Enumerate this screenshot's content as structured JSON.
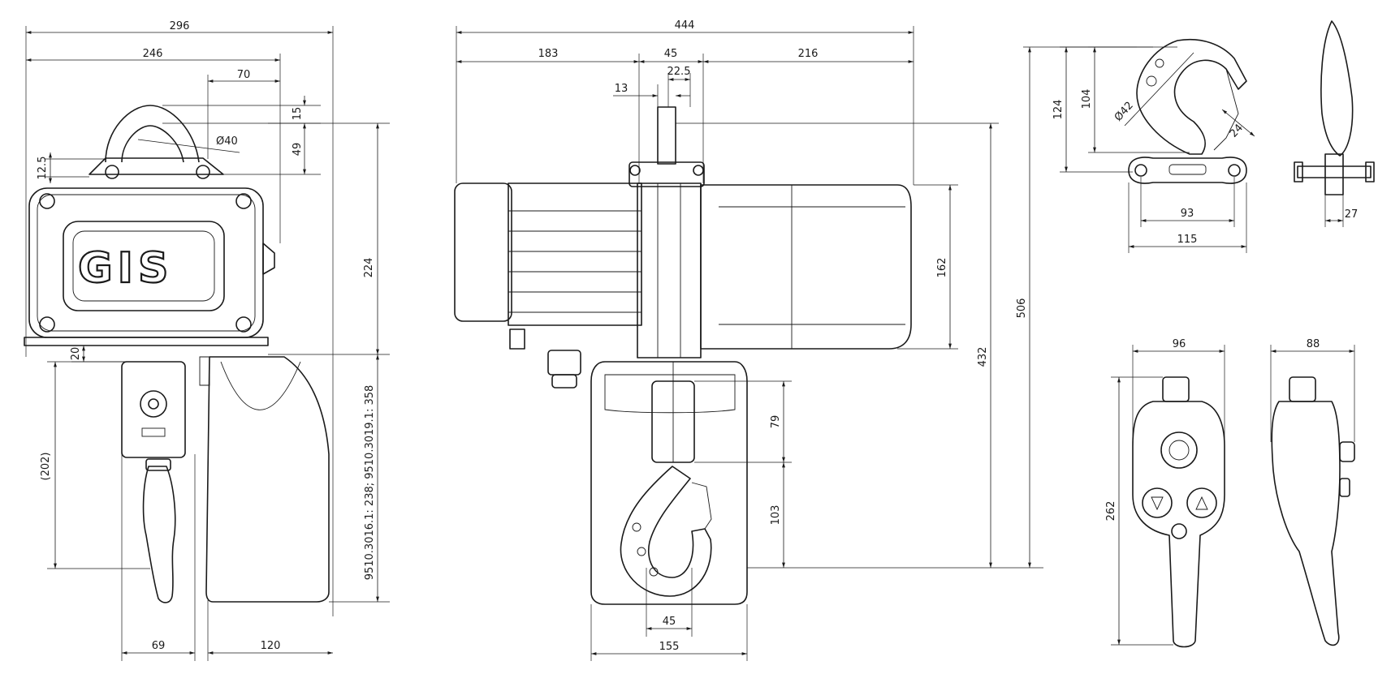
{
  "logo": {
    "text": "GIS"
  },
  "front_view": {
    "dims": {
      "w296": "296",
      "w246": "246",
      "w70": "70",
      "h15": "15",
      "h49": "49",
      "d40": "Ø40",
      "h12_5": "12.5",
      "h224": "224",
      "h20": "20",
      "h202": "(202)",
      "h_hook": "9510.3016.1: 238; 9510.3019.1: 358",
      "w69": "69",
      "w120": "120"
    }
  },
  "side_view": {
    "dims": {
      "w444": "444",
      "w183": "183",
      "w45top": "45",
      "w216": "216",
      "w22_5": "22.5",
      "w13": "13",
      "h162": "162",
      "h432": "432",
      "h79": "79",
      "h103": "103",
      "w45bottom": "45",
      "w155": "155"
    }
  },
  "hook_detail": {
    "dims": {
      "h506": "506",
      "h124": "124",
      "h104": "104",
      "d42": "Ø42",
      "w24": "24",
      "w93": "93",
      "w115": "115",
      "w27": "27"
    }
  },
  "pendant_detail": {
    "dims": {
      "w96": "96",
      "w88": "88",
      "h262": "262"
    }
  }
}
